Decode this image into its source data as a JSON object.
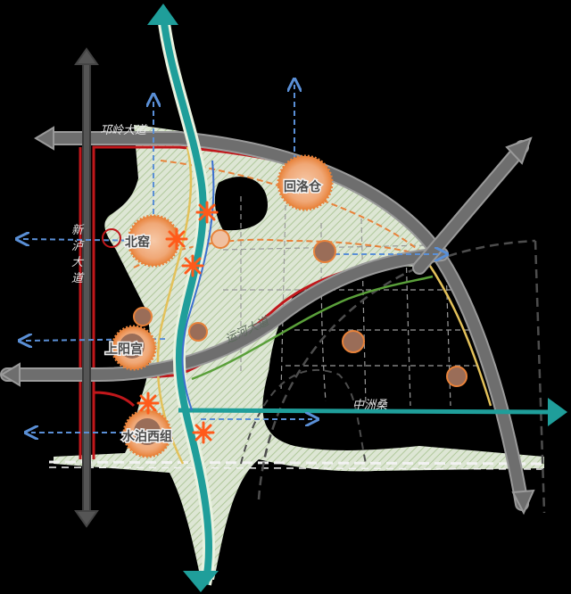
{
  "colors": {
    "background": "#000000",
    "road": "#6e6e6e",
    "road_edge": "#9a9a9a",
    "river": "#1f9e9a",
    "boundary": "#c0171b",
    "green_space": "#dfeccf",
    "station_halo": "#e8823a",
    "station_core": "#9a6d58",
    "node_star": "#ff5a1a",
    "arrow_blue": "#5a8fd6",
    "rail_dashed": "#cfd9cf",
    "path_yellow": "#e3c15a",
    "path_green": "#5aa03a"
  },
  "labels": {
    "road_qionglin": "邛岭大道",
    "road_xin": "新\n泸\n大\n道",
    "road_canal": "运河大道",
    "road_zhongzhou": "中洲桑",
    "place_beiyao": "北窑",
    "place_huiluocang": "回洛仓",
    "place_shangyang": "上阳宫",
    "place_shuijiao": "水泊西组"
  }
}
